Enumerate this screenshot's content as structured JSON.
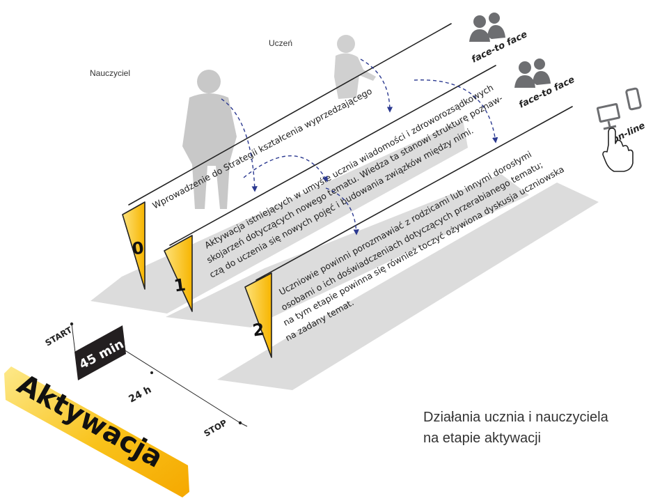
{
  "people": {
    "teacher_label": "Nauczyciel",
    "student_label": "Uczeń"
  },
  "modes": {
    "face1": "face-to face",
    "face2": "face-to face",
    "online": "on-line"
  },
  "panels": [
    {
      "number": "0",
      "lines": [
        "Wprowadzenie do Strategii kształcenia wyprzedzającego"
      ]
    },
    {
      "number": "1",
      "lines": [
        "Aktywacja istniejących w umyśle ucznia wiadomości i zdroworozsądkowych",
        "skojarzeń dotyczących nowego tematu. Wiedza ta stanowi strukturę poznaw-",
        "czą do uczenia się nowych pojęć i budowania związków między nimi."
      ]
    },
    {
      "number": "2",
      "lines": [
        "Uczniowie powinni porozmawiać z rodzicami lub innymi dorosłymi",
        "osobami o ich doświadczeniach dotyczących przerabianego tematu;",
        "na tym etapie powinna się również toczyć ożywiona dyskusja uczniowska",
        "na zadany temat."
      ]
    }
  ],
  "timeline": {
    "start": "START",
    "stop": "STOP",
    "duration_box": "45 min.",
    "duration_line": "24 h"
  },
  "stage_title": "Aktywacja",
  "caption": {
    "line1": "Działania ucznia i nauczyciela",
    "line2": "na etapie aktywacji"
  },
  "colors": {
    "accent": "#f7b500",
    "accent_light": "#fde27a",
    "shadow": "#d9d9d9",
    "silhouette": "#c4c4c4",
    "arrow": "#2b3990",
    "icon": "#6d6e71"
  }
}
